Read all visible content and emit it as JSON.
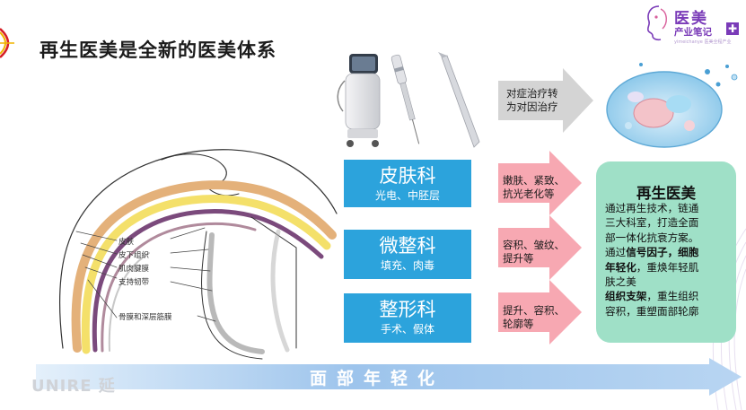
{
  "title": "再生医美是全新的医美体系",
  "logo": {
    "main": "医美",
    "sub": "产业笔记",
    "plus": "✚",
    "tiny": "yimeichanye 医美全程产业"
  },
  "top_arrow_text": [
    "对症治疗转",
    "为对因治疗"
  ],
  "departments": [
    {
      "name": "皮肤科",
      "sub": "光电、中胚层"
    },
    {
      "name": "微整科",
      "sub": "填充、肉毒"
    },
    {
      "name": "整形科",
      "sub": "手术、假体"
    }
  ],
  "effects": [
    [
      "嫩肤、紧致、",
      "抗光老化等"
    ],
    [
      "容积、皱纹、",
      "提升等"
    ],
    [
      "提升、容积、",
      "轮廓等"
    ]
  ],
  "regen": {
    "title": "再生医美",
    "p1": [
      "通过再生技术，链通",
      "三大科室，打造全面",
      "部一体化抗衰方案。"
    ],
    "p2": {
      "l1_a": "通过",
      "l1_b": "信号因子，细胞",
      "l2_b": "年轻化",
      "l2_c": "，重焕年轻肌",
      "l3": "肤之美"
    },
    "p3": {
      "l1_b": "组织支架",
      "l1_c": "，重生组织",
      "l2": "容积，重塑面部轮廓"
    }
  },
  "face_labels": [
    "皮肤",
    "皮下组织",
    "肌肉腱膜",
    "支持韧带",
    "骨膜和深层筋膜"
  ],
  "bottom_bar": "面部年轻化",
  "brand_cut": "UNIRE 延"
}
